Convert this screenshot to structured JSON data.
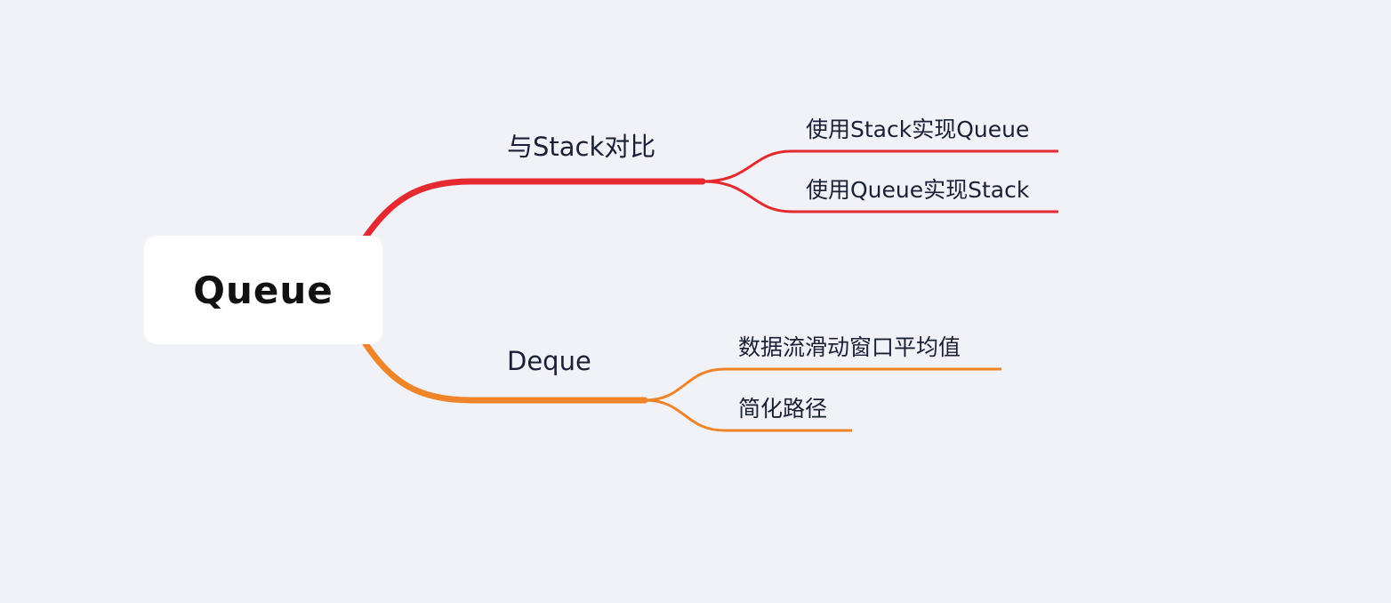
{
  "mindmap": {
    "root": {
      "label": "Queue"
    },
    "branches": [
      {
        "label": "与Stack对比",
        "color": "#e5292f",
        "children": [
          {
            "label": "使用Stack实现Queue"
          },
          {
            "label": "使用Queue实现Stack"
          }
        ]
      },
      {
        "label": "Deque",
        "color": "#f08428",
        "children": [
          {
            "label": "数据流滑动窗口平均值"
          },
          {
            "label": "简化路径"
          }
        ]
      }
    ]
  }
}
